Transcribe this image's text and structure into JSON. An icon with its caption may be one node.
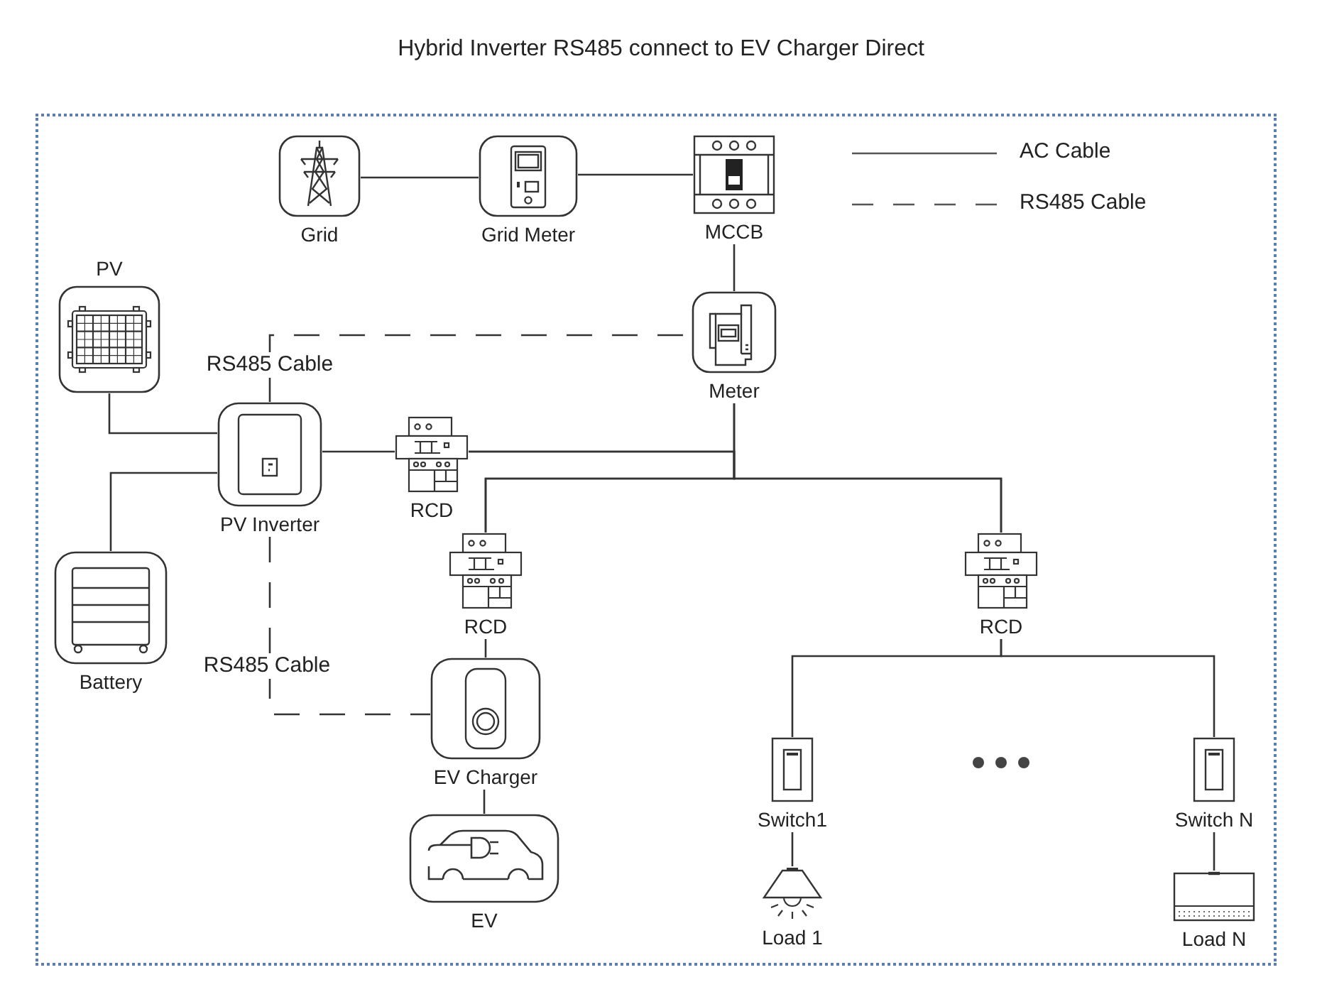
{
  "diagram": {
    "title": "Hybrid Inverter RS485 connect to EV Charger Direct",
    "nodes": [
      {
        "text": [
          "Grid"
        ]
      },
      {
        "text": [
          "Grid Meter"
        ]
      },
      {
        "text": [
          "MCCB"
        ]
      },
      {
        "text": [
          "PV"
        ]
      },
      {
        "text": [
          "Meter"
        ]
      },
      {
        "text": [
          "PV Inverter"
        ]
      },
      {
        "text": [
          "RCD"
        ]
      },
      {
        "text": [
          "Battery"
        ]
      },
      {
        "text": [
          "RCD"
        ]
      },
      {
        "text": [
          "RCD"
        ]
      },
      {
        "text": [
          "EV Charger"
        ]
      },
      {
        "text": [
          "Switch1"
        ]
      },
      {
        "text": [
          "Switch N"
        ]
      },
      {
        "text": [
          "EV"
        ]
      },
      {
        "text": [
          "Load 1"
        ]
      },
      {
        "text": [
          "Load N"
        ]
      }
    ],
    "edges": [
      {
        "from": 0,
        "to": 1,
        "arrow": "none"
      },
      {
        "from": 1,
        "to": 2,
        "arrow": "none"
      },
      {
        "from": 2,
        "to": 4,
        "arrow": "none"
      },
      {
        "from": 5,
        "to": 4,
        "arrow": "none",
        "label": "RS485 Cable",
        "style": "dashed"
      },
      {
        "from": 3,
        "to": 5,
        "arrow": "none"
      },
      {
        "from": 5,
        "to": 6,
        "arrow": "none"
      },
      {
        "from": 5,
        "to": 7,
        "arrow": "none"
      },
      {
        "from": 4,
        "to": 8,
        "arrow": "none"
      },
      {
        "from": 4,
        "to": 9,
        "arrow": "none"
      },
      {
        "from": 6,
        "to": 8,
        "arrow": "none"
      },
      {
        "from": 6,
        "to": 9,
        "arrow": "none"
      },
      {
        "from": 8,
        "to": 10,
        "arrow": "none"
      },
      {
        "from": 5,
        "to": 10,
        "arrow": "none",
        "label": "RS485 Cable",
        "style": "dashed"
      },
      {
        "from": 9,
        "to": 11,
        "arrow": "none"
      },
      {
        "from": 9,
        "to": 12,
        "arrow": "none"
      },
      {
        "from": 10,
        "to": 13,
        "arrow": "none"
      },
      {
        "from": 11,
        "to": 14,
        "arrow": "none"
      },
      {
        "from": 12,
        "to": 15,
        "arrow": "none"
      }
    ],
    "legend": [
      {
        "text": "AC Cable"
      },
      {
        "text": "RS485 Cable"
      }
    ]
  }
}
